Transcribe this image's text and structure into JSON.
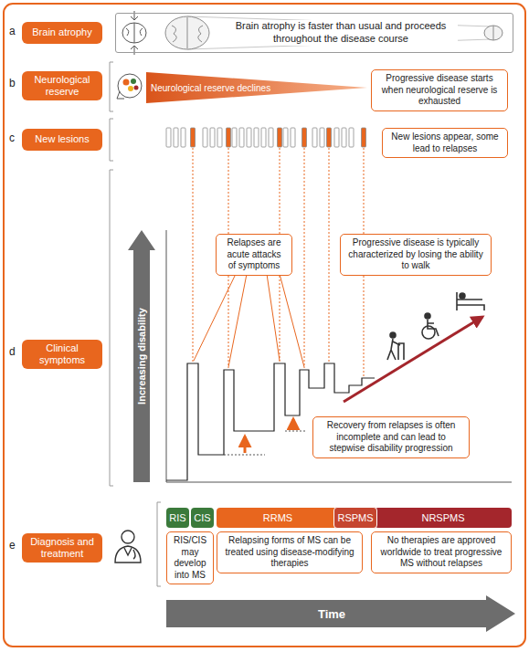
{
  "diagram": {
    "nodes": [
      {
        "text": [
          "Brain atrophy"
        ]
      },
      {
        "text": [
          "Brain atrophy is faster than usual and proceeds throughout the disease course"
        ]
      },
      {
        "text": [
          "Neurological reserve"
        ]
      },
      {
        "text": [
          "Neurological reserve declines"
        ]
      },
      {
        "text": [
          "Progressive disease starts when neurological reserve is exhausted"
        ]
      },
      {
        "text": [
          "New lesions"
        ]
      },
      {
        "text": [
          "New lesions appear, some lead to relapses"
        ]
      },
      {
        "text": [
          "Clinical symptoms"
        ]
      },
      {
        "text": [
          "Increasing disability"
        ]
      },
      {
        "text": [
          "Relapses are acute attacks of symptoms"
        ]
      },
      {
        "text": [
          "Progressive disease is typically characterized by losing the ability to walk"
        ]
      },
      {
        "text": [
          "Recovery from relapses is often incomplete and can lead to stepwise disability progression"
        ]
      },
      {
        "text": [
          "Diagnosis and treatment"
        ]
      },
      {
        "text": [
          "RIS"
        ]
      },
      {
        "text": [
          "CIS"
        ]
      },
      {
        "text": [
          "RRMS"
        ]
      },
      {
        "text": [
          "RSPMS"
        ]
      },
      {
        "text": [
          "NRSPMS"
        ]
      },
      {
        "text": [
          "RIS/CIS may develop into MS"
        ]
      },
      {
        "text": [
          "Relapsing forms of MS can be treated using disease-modifying therapies"
        ]
      },
      {
        "text": [
          "No therapies are approved worldwide to treat progressive MS without relapses"
        ]
      },
      {
        "text": [
          "Time"
        ]
      }
    ],
    "labels": [
      "a",
      "b",
      "c",
      "d",
      "e"
    ]
  }
}
